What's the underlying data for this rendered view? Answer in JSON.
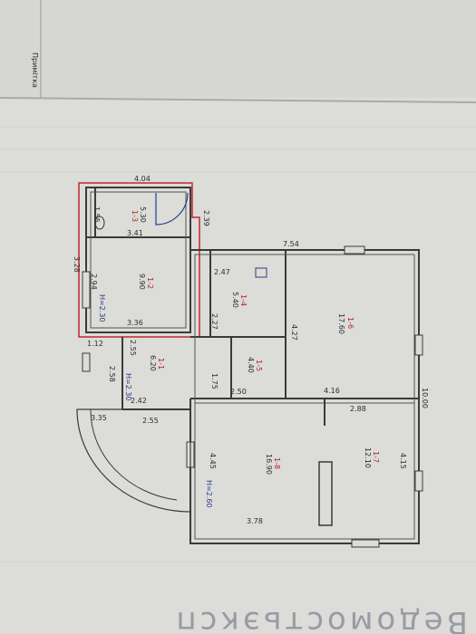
{
  "header": {
    "stamp_label": "Примітка"
  },
  "annex": {
    "height_note": "H=2.30"
  },
  "main": {
    "height_note_hall": "H=2.30",
    "height_note_main": "H=2.60"
  },
  "dimensions": {
    "top_annex": "4.04",
    "annex_left": "1.55",
    "annex_right": "2.39",
    "annex_inner": "3.41",
    "left_wall": "3.28",
    "inner_294": "2.94",
    "mid_336": "3.36",
    "outer_112": "1.12",
    "top_main": "7.54",
    "r247": "2.47",
    "r227": "2.27",
    "r427": "4.27",
    "r255": "2.55",
    "r258": "2.58",
    "r242": "2.42",
    "r335": "3.35",
    "r255b": "2.55",
    "r175": "1.75",
    "r250": "2.50",
    "r416": "4.16",
    "r288": "2.88",
    "right_total": "10.00",
    "r445": "4.45",
    "r415": "4.15",
    "bottom_378": "3.78"
  },
  "rooms": [
    {
      "id": "1-3",
      "area": "5.30"
    },
    {
      "id": "1-2",
      "area": "9.90"
    },
    {
      "id": "1-4",
      "area": "5.40"
    },
    {
      "id": "1-6",
      "area": "17.60"
    },
    {
      "id": "1-1",
      "area": "6.20"
    },
    {
      "id": "1-5",
      "area": "4.40"
    },
    {
      "id": "1-8",
      "area": "16.90"
    },
    {
      "id": "1-7",
      "area": "12.10"
    }
  ],
  "footer": {
    "watermark": "Ведомостьэксп"
  }
}
